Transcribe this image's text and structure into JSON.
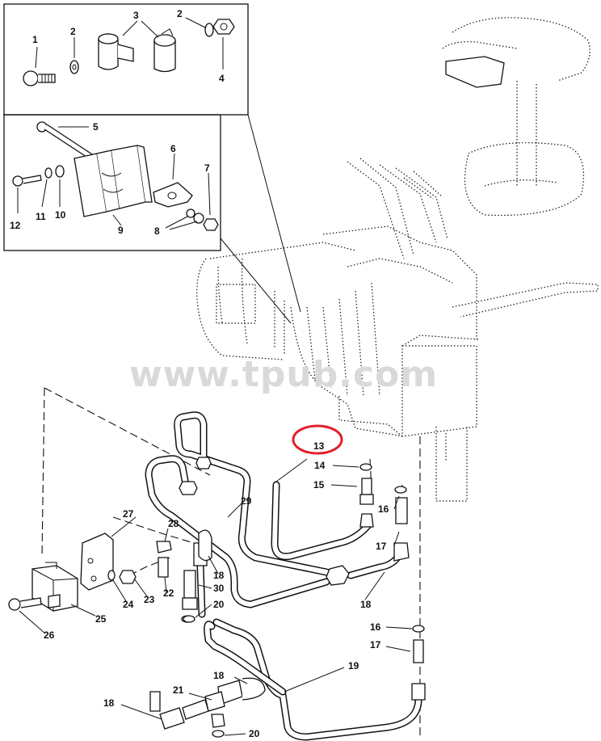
{
  "watermark": "www.tpub.com",
  "callouts": {
    "c1": "1",
    "c2a": "2",
    "c2b": "2",
    "c3": "3",
    "c4": "4",
    "c5": "5",
    "c6": "6",
    "c7": "7",
    "c8": "8",
    "c9": "9",
    "c10": "10",
    "c11": "11",
    "c12": "12",
    "c13": "13",
    "c14": "14",
    "c15": "15",
    "c16a": "16",
    "c16b": "16",
    "c17a": "17",
    "c17b": "17",
    "c18a": "18",
    "c18b": "18",
    "c18c": "18",
    "c18d": "18",
    "c19": "19",
    "c20a": "20",
    "c20b": "20",
    "c21": "21",
    "c22": "22",
    "c23": "23",
    "c24": "24",
    "c25": "25",
    "c26": "26",
    "c27": "27",
    "c28": "28",
    "c29": "29",
    "c30": "30"
  },
  "highlight": {
    "target": "13",
    "color": "#e0202a"
  }
}
